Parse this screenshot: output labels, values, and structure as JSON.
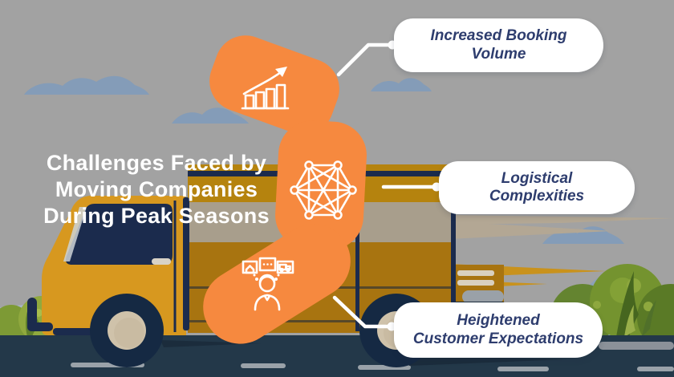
{
  "title": "Challenges Faced by\nMoving Companies\nDuring Peak Seasons",
  "callouts": [
    {
      "label": "Increased Booking\nVolume",
      "icon": "growth-chart-icon"
    },
    {
      "label": "Logistical\nComplexities",
      "icon": "network-icon"
    },
    {
      "label": "Heightened\nCustomer Expectations",
      "icon": "customer-expectations-icon"
    }
  ],
  "colors": {
    "bg": "#a2a2a2",
    "orange": "#f6893f",
    "navy": "#1b2b4d",
    "tire": "#152943",
    "wheel-hub": "#cfc2aa",
    "cab-gold": "#d7981f",
    "cargo-gold": "#b5830e",
    "cargo-tan": "#a89e8c",
    "cargo-dark": "#a87410",
    "road": "#233849",
    "road-dash": "#9aa2a9",
    "curb": "#8b9199",
    "cloud": "#849cb8",
    "mountain": "#8ca1b8",
    "streak-gold": "#c9921c",
    "streak-tan": "#b3a794",
    "pill-bg": "#ffffff",
    "pill-text": "#2e3d6e",
    "title-text": "#ffffff",
    "icon-stroke": "#ffffff"
  }
}
